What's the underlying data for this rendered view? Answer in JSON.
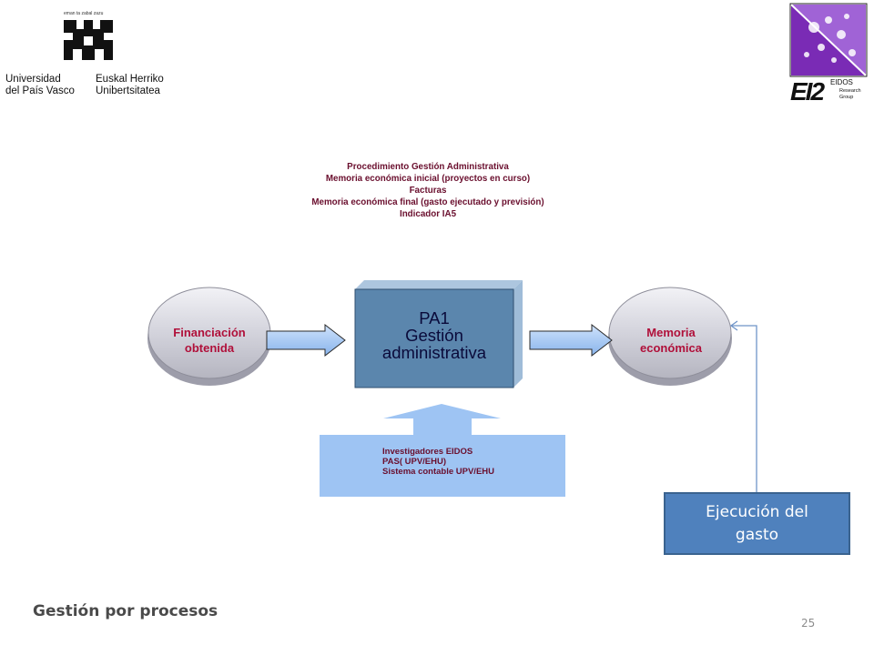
{
  "logos": {
    "upv": {
      "motto": "eman ta zabal zazu",
      "line1_left": "Universidad",
      "line2_left": "del País Vasco",
      "line1_right": "Euskal Herriko",
      "line2_right": "Unibertsitatea"
    },
    "eidos": {
      "mark": "EI2",
      "name": "EIDOS",
      "sub1": "Research",
      "sub2": "Group"
    }
  },
  "diagram": {
    "procedure_lines": [
      "Procedimiento Gestión Administrativa",
      "Memoria económica inicial (proyectos  en curso)",
      "Facturas",
      "Memoria económica final (gasto ejecutado y previsión)",
      "Indicador IA5"
    ],
    "input_node": {
      "line1": "Financiación",
      "line2": "obtenida"
    },
    "process_node": {
      "line1": "PA1",
      "line2": "Gestión",
      "line3": "administrativa"
    },
    "output_node": {
      "line1": "Memoria",
      "line2": "económica"
    },
    "resources": [
      "Investigadores EIDOS",
      "PAS( UPV/EHU)",
      "Sistema contable UPV/EHU"
    ],
    "execution_box": {
      "line1": "Ejecución del",
      "line2": "gasto"
    }
  },
  "footer": {
    "title": "Gestión por procesos",
    "page_number": "25"
  },
  "colors": {
    "process_box": "#5b86ad",
    "ellipse": "#d4d4dc",
    "label_red": "#b0103a",
    "arrow_fill": "#9ec4f3",
    "exec_box": "#4f81bd",
    "eidos_purple": "#7a2bb5"
  }
}
